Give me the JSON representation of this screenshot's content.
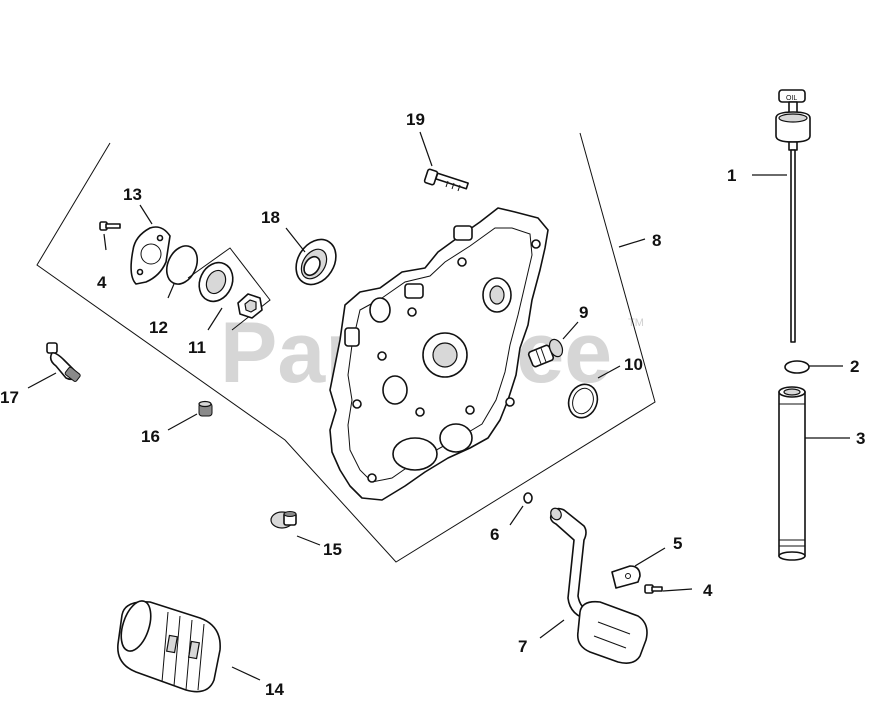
{
  "watermark": {
    "text": "PartsTree",
    "trademark": "TM"
  },
  "dipstick_cap_text": "OIL",
  "callouts": [
    {
      "id": "c1",
      "label": "1"
    },
    {
      "id": "c2",
      "label": "2"
    },
    {
      "id": "c3",
      "label": "3"
    },
    {
      "id": "c4a",
      "label": "4"
    },
    {
      "id": "c4b",
      "label": "4"
    },
    {
      "id": "c5",
      "label": "5"
    },
    {
      "id": "c6",
      "label": "6"
    },
    {
      "id": "c7",
      "label": "7"
    },
    {
      "id": "c8",
      "label": "8"
    },
    {
      "id": "c9",
      "label": "9"
    },
    {
      "id": "c10",
      "label": "10"
    },
    {
      "id": "c11",
      "label": "11"
    },
    {
      "id": "c12",
      "label": "12"
    },
    {
      "id": "c13",
      "label": "13"
    },
    {
      "id": "c14",
      "label": "14"
    },
    {
      "id": "c15",
      "label": "15"
    },
    {
      "id": "c16",
      "label": "16"
    },
    {
      "id": "c17",
      "label": "17"
    },
    {
      "id": "c18",
      "label": "18"
    },
    {
      "id": "c19",
      "label": "19"
    }
  ]
}
